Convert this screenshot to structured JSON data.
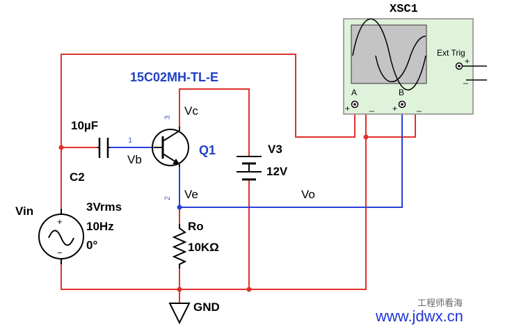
{
  "transistor": {
    "part_number": "15C02MH-TL-E",
    "ref": "Q1",
    "pin_collector": "3",
    "pin_base": "1",
    "pin_emitter": "2"
  },
  "nets": {
    "collector": "Vc",
    "base": "Vb",
    "emitter": "Ve",
    "output": "Vo"
  },
  "capacitor": {
    "ref": "C2",
    "value": "10µF"
  },
  "source": {
    "ref": "Vin",
    "amplitude": "3Vrms",
    "frequency": "10Hz",
    "phase": "0°"
  },
  "supply": {
    "ref": "V3",
    "value": "12V"
  },
  "resistor": {
    "ref": "Ro",
    "value": "10KΩ"
  },
  "ground": {
    "label": "GND"
  },
  "oscilloscope": {
    "ref": "XSC1",
    "channel_a": "A",
    "channel_b": "B",
    "ext_trig": "Ext Trig",
    "plus": "+",
    "minus": "_"
  },
  "watermark": {
    "url": "www.jdwx.cn",
    "author": "工程师看海"
  },
  "colors": {
    "red_wire": "#e0302a",
    "blue_wire": "#2b3fd6",
    "scope_body": "#dff2da",
    "scope_screen": "#c4c4c4"
  }
}
